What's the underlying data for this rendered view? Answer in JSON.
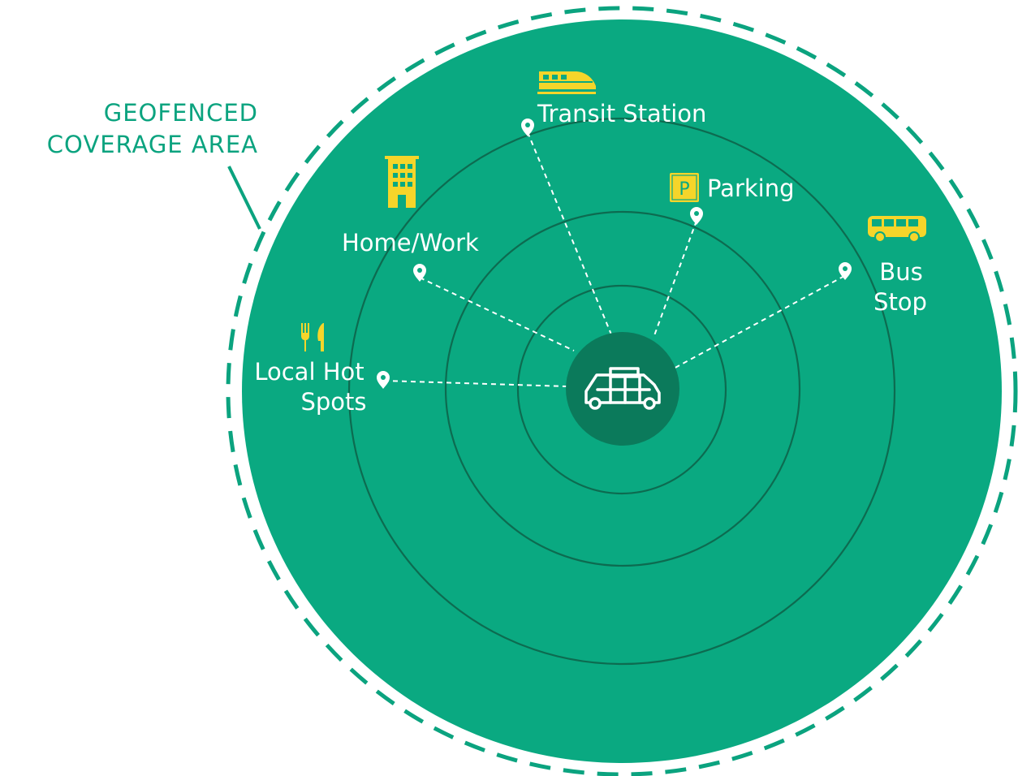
{
  "area_label": {
    "line1": "GEOFENCED",
    "line2": "COVERAGE AREA"
  },
  "points_of_interest": {
    "transit_station": {
      "label": "Transit Station",
      "icon": "train-icon"
    },
    "parking": {
      "label": "Parking",
      "icon": "parking-icon",
      "icon_text": "P"
    },
    "home_work": {
      "label": "Home/Work",
      "icon": "building-icon"
    },
    "bus_stop": {
      "label_line1": "Bus",
      "label_line2": "Stop",
      "icon": "bus-icon"
    },
    "local_hot_spots": {
      "label_line1": "Local Hot",
      "label_line2": "Spots",
      "icon": "fork-knife-icon"
    }
  },
  "center": {
    "icon": "shuttle-vehicle-icon"
  },
  "colors": {
    "area_fill": "#0aa981",
    "dashed_boundary": "#0ba37f",
    "rings": "#0d6b50",
    "center_disc": "#0b7a5b",
    "icons": "#f5d52a",
    "text": "#ffffff"
  },
  "ring_count": 3
}
